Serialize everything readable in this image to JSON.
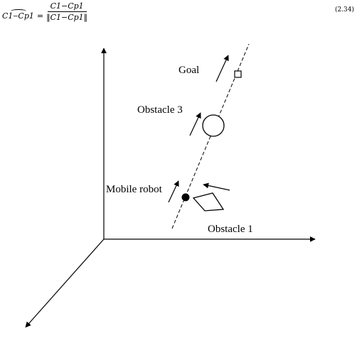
{
  "equation": {
    "lhs": "C1‒Cp1",
    "numerator": "C1−Cp1",
    "denominator": "‖C1−Cp1‖",
    "number": "(2.34)"
  },
  "diagram": {
    "labels": {
      "goal": "Goal",
      "obstacle_3": "Obstacle 3",
      "mobile_robot": "Mobile robot",
      "obstacle_1": "Obstacle 1"
    }
  }
}
